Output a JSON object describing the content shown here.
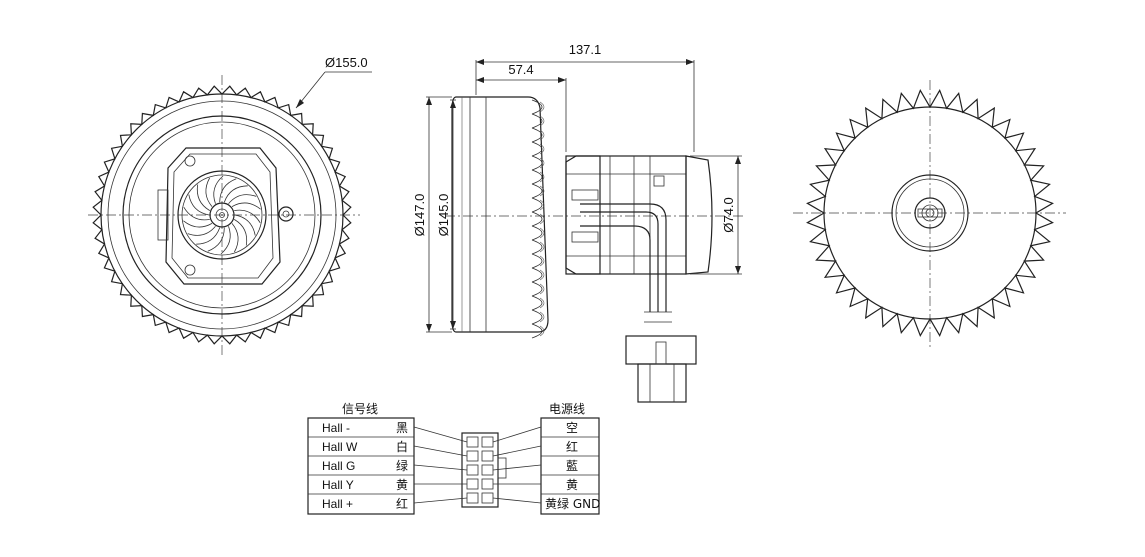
{
  "dimensions": {
    "front_diameter": "Ø155.0",
    "overall_length": "137.1",
    "impeller_length": "57.4",
    "outer_diameter": "Ø147.0",
    "inner_diameter": "Ø145.0",
    "motor_diameter": "Ø74.0"
  },
  "wiring": {
    "signal_header": "信号线",
    "power_header": "电源线",
    "signal_rows": [
      {
        "name": "Hall -",
        "color": "黑"
      },
      {
        "name": "Hall W",
        "color": "白"
      },
      {
        "name": "Hall G",
        "color": "绿"
      },
      {
        "name": "Hall Y",
        "color": "黄"
      },
      {
        "name": "Hall +",
        "color": "红"
      }
    ],
    "power_rows": [
      {
        "name": "空"
      },
      {
        "name": "红"
      },
      {
        "name": "藍"
      },
      {
        "name": "黄"
      },
      {
        "name": "黄绿 GND"
      }
    ]
  }
}
